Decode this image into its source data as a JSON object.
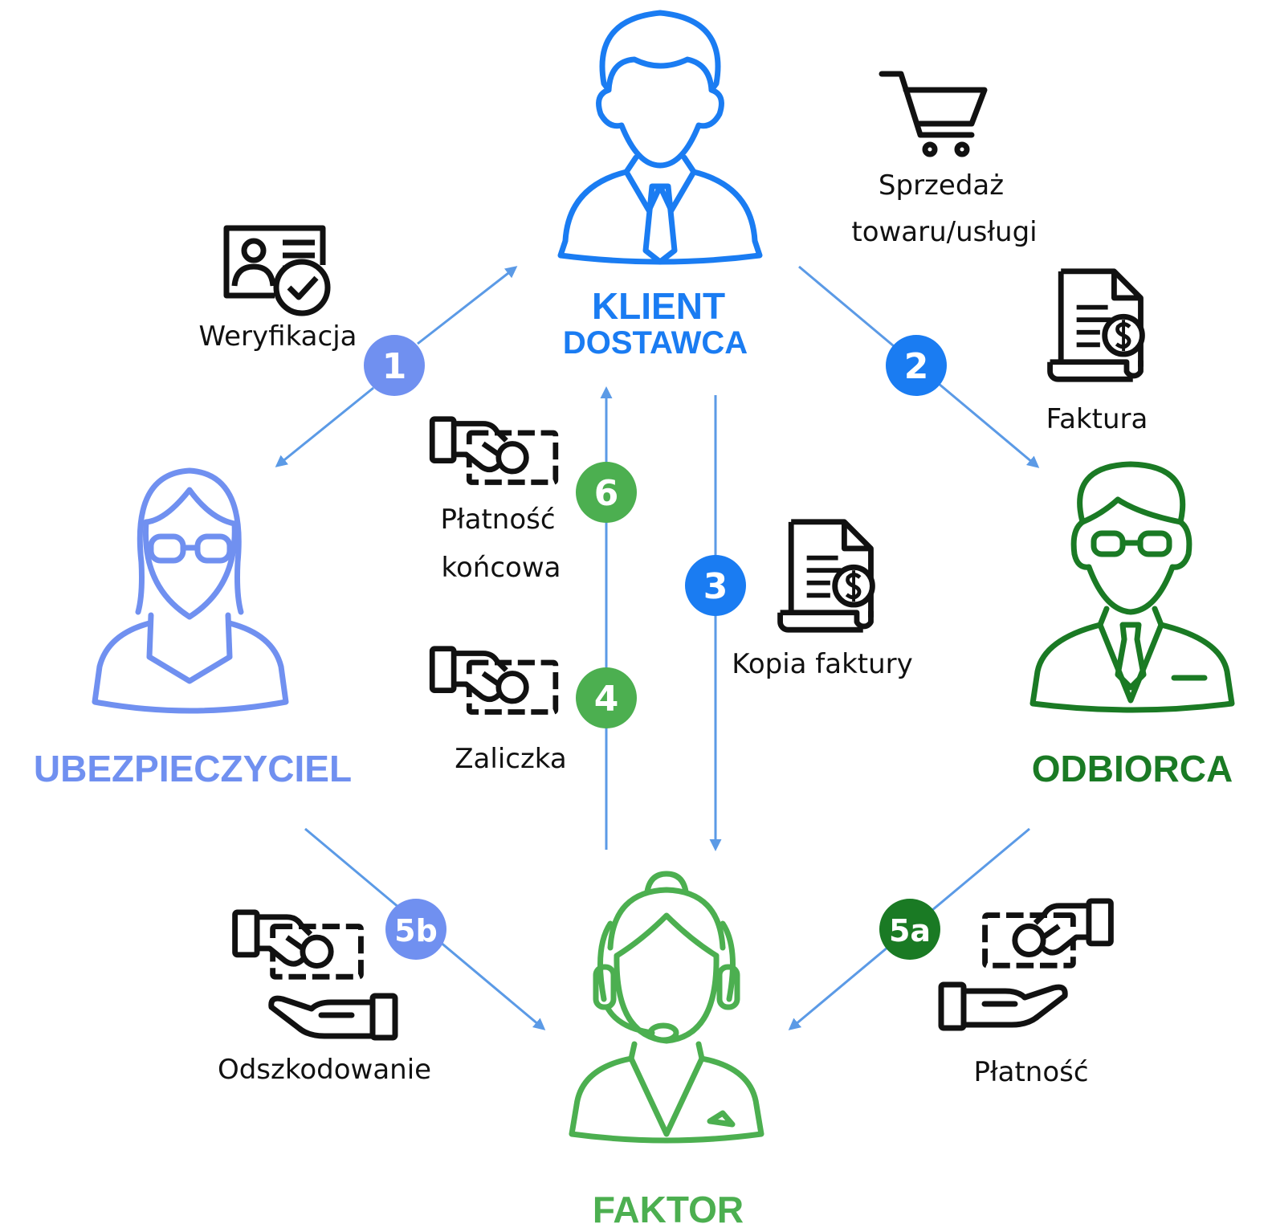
{
  "colors": {
    "klient": "#1a7cf2",
    "ubezpieczyciel": "#7090f0",
    "odbiorca": "#1a7a24",
    "faktor": "#4caf50",
    "arrow": "#5b9ae6",
    "icon": "#111111"
  },
  "roles": {
    "klient": "KLIENT",
    "dostawca": "DOSTAWCA",
    "ubezpieczyciel": "UBEZPIECZYCIEL",
    "odbiorca": "ODBIORCA",
    "faktor": "FAKTOR"
  },
  "steps": {
    "s1": "1",
    "s2": "2",
    "s3": "3",
    "s4": "4",
    "s5a": "5a",
    "s5b": "5b",
    "s6": "6"
  },
  "labels": {
    "weryfikacja": "Weryfikacja",
    "sprzedaz_1": "Sprzedaż",
    "sprzedaz_2": "towaru/usługi",
    "faktura": "Faktura",
    "kopia_faktury": "Kopia faktury",
    "platnosc_koncowa_1": "Płatność",
    "platnosc_koncowa_2": "końcowa",
    "zaliczka": "Zaliczka",
    "odszkodowanie": "Odszkodowanie",
    "platnosc": "Płatność"
  },
  "icons": {
    "klient": "businessman-icon",
    "ubezpieczyciel": "woman-glasses-icon",
    "odbiorca": "man-glasses-icon",
    "faktor": "headset-agent-icon",
    "weryfikacja": "id-card-check-icon",
    "sprzedaz": "shopping-cart-icon",
    "faktura": "invoice-dollar-icon",
    "kopia_faktury": "invoice-dollar-icon",
    "platnosc_koncowa": "hand-cash-icon",
    "zaliczka": "hand-cash-icon",
    "odszkodowanie": "give-cash-icon",
    "platnosc": "receive-cash-icon"
  }
}
